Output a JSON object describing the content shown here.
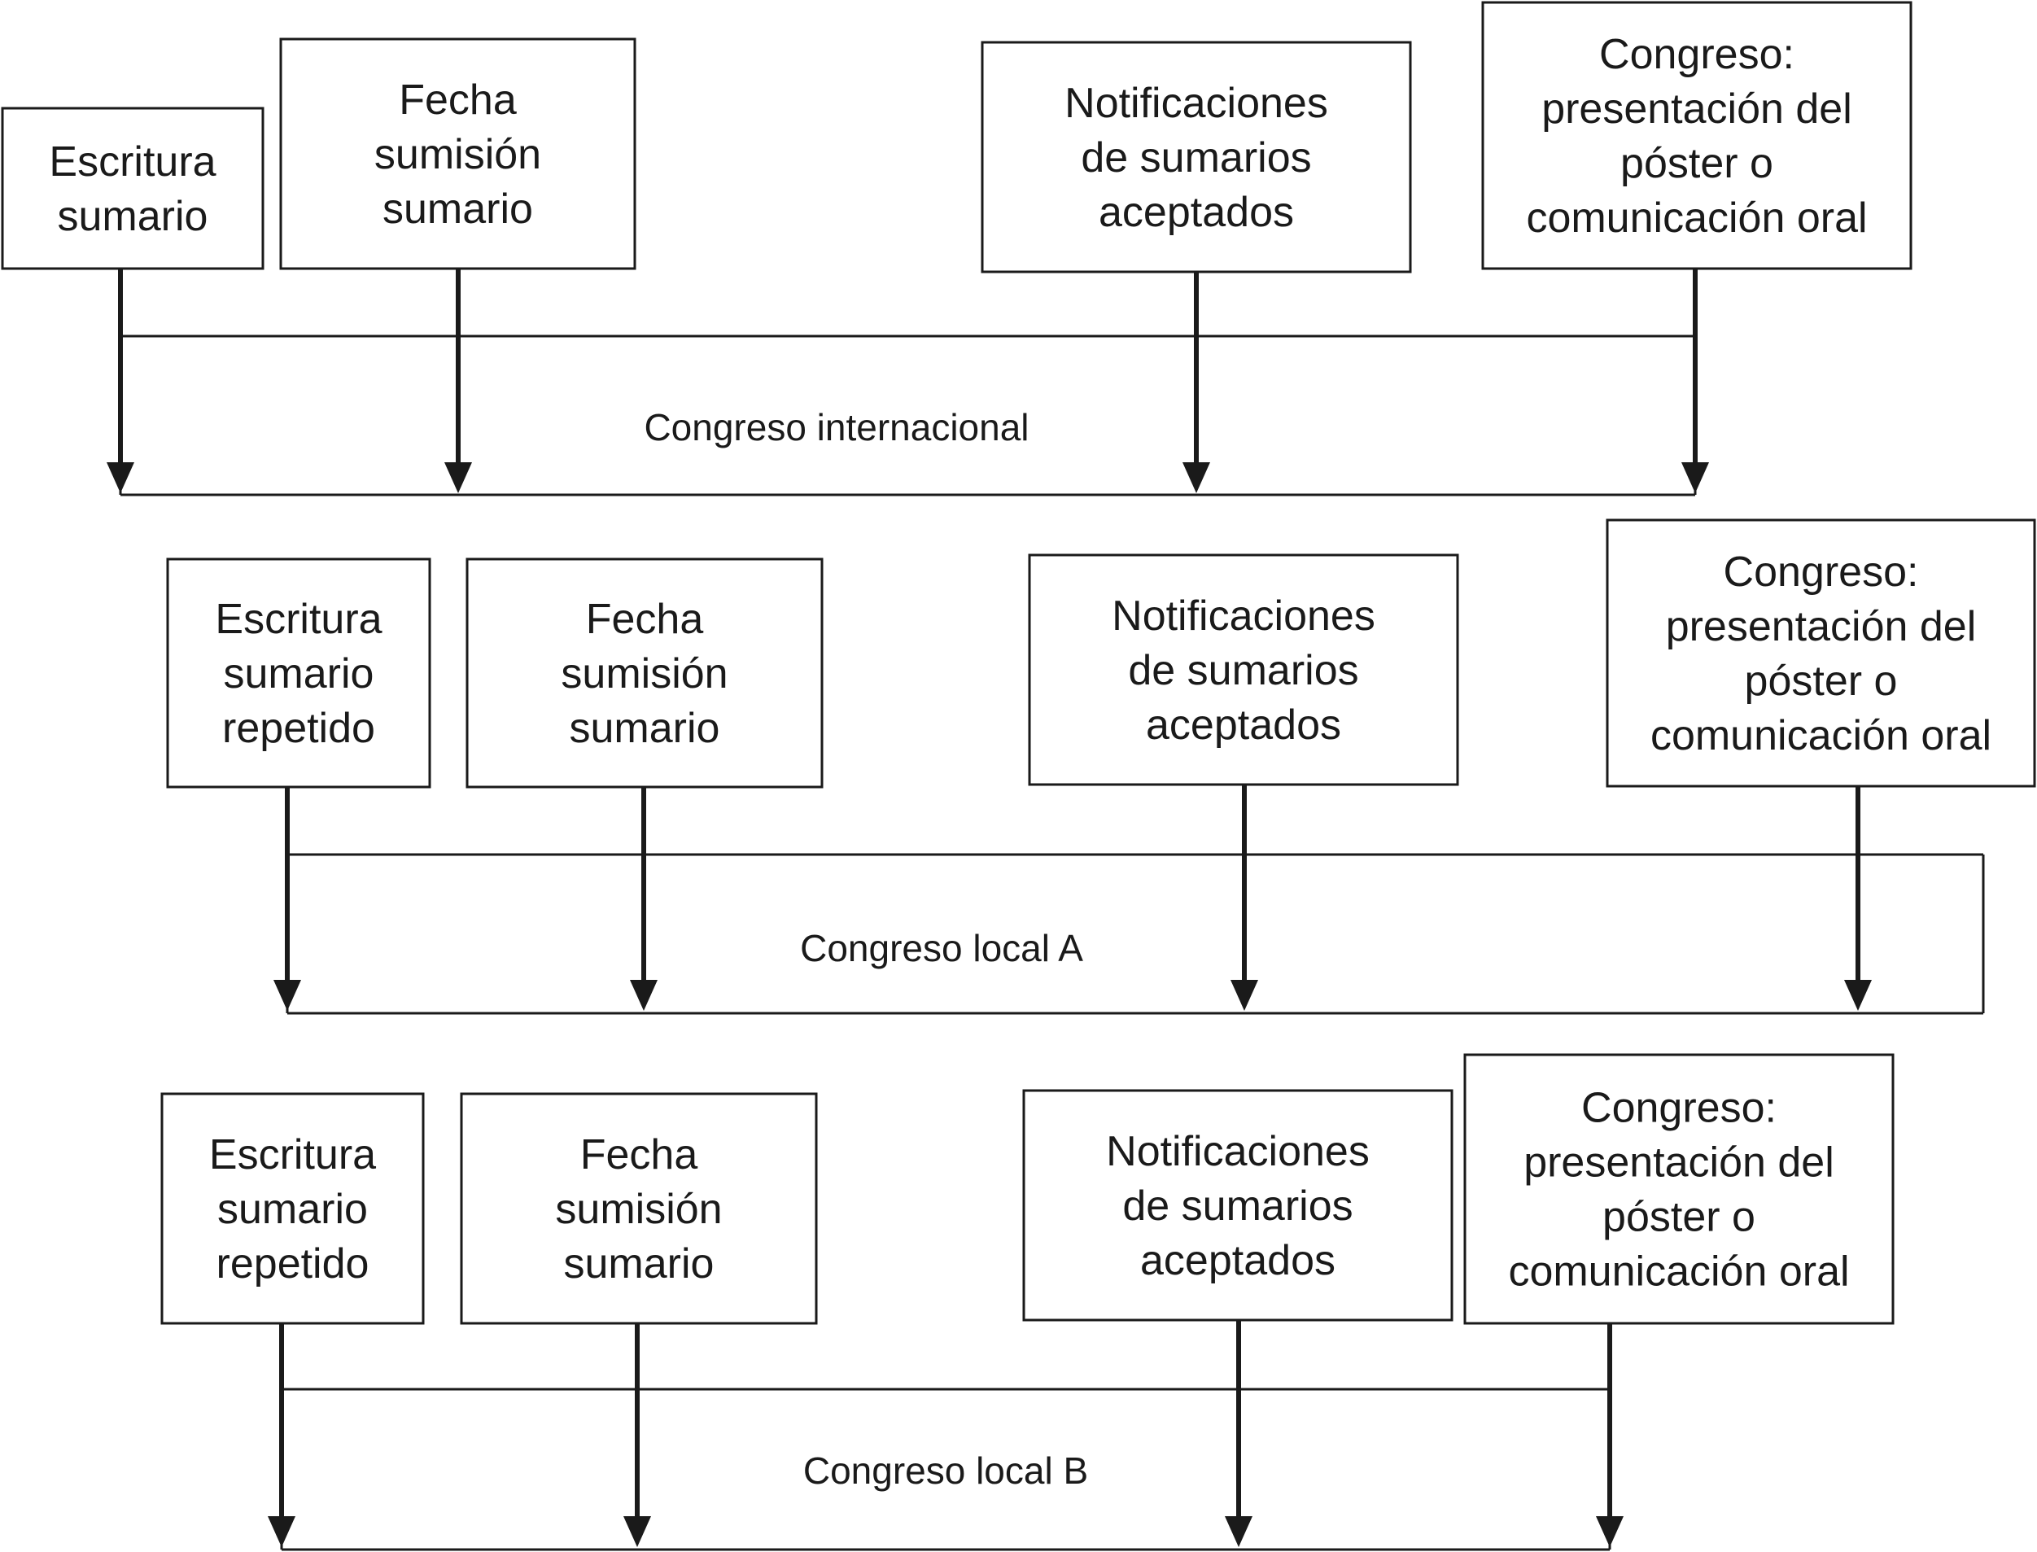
{
  "sections": [
    {
      "label": "Congreso internacional",
      "steps": [
        {
          "lines": [
            "Escritura",
            "sumario"
          ]
        },
        {
          "lines": [
            "Fecha",
            "sumisión",
            "sumario"
          ]
        },
        {
          "lines": [
            "Notificaciones",
            "de sumarios",
            "aceptados"
          ]
        },
        {
          "lines": [
            "Congreso:",
            "presentación del",
            "póster o",
            "comunicación oral"
          ]
        }
      ]
    },
    {
      "label": "Congreso local A",
      "steps": [
        {
          "lines": [
            "Escritura",
            "sumario",
            "repetido"
          ]
        },
        {
          "lines": [
            "Fecha",
            "sumisión",
            "sumario"
          ]
        },
        {
          "lines": [
            "Notificaciones",
            "de sumarios",
            "aceptados"
          ]
        },
        {
          "lines": [
            "Congreso:",
            "presentación del",
            "póster o",
            "comunicación oral"
          ]
        }
      ]
    },
    {
      "label": "Congreso local B",
      "steps": [
        {
          "lines": [
            "Escritura",
            "sumario",
            "repetido"
          ]
        },
        {
          "lines": [
            "Fecha",
            "sumisión",
            "sumario"
          ]
        },
        {
          "lines": [
            "Notificaciones",
            "de sumarios",
            "aceptados"
          ]
        },
        {
          "lines": [
            "Congreso:",
            "presentación del",
            "póster o",
            "comunicación oral"
          ]
        }
      ]
    }
  ],
  "colors": {
    "stroke": "#1a1a1a",
    "background": "#ffffff"
  }
}
